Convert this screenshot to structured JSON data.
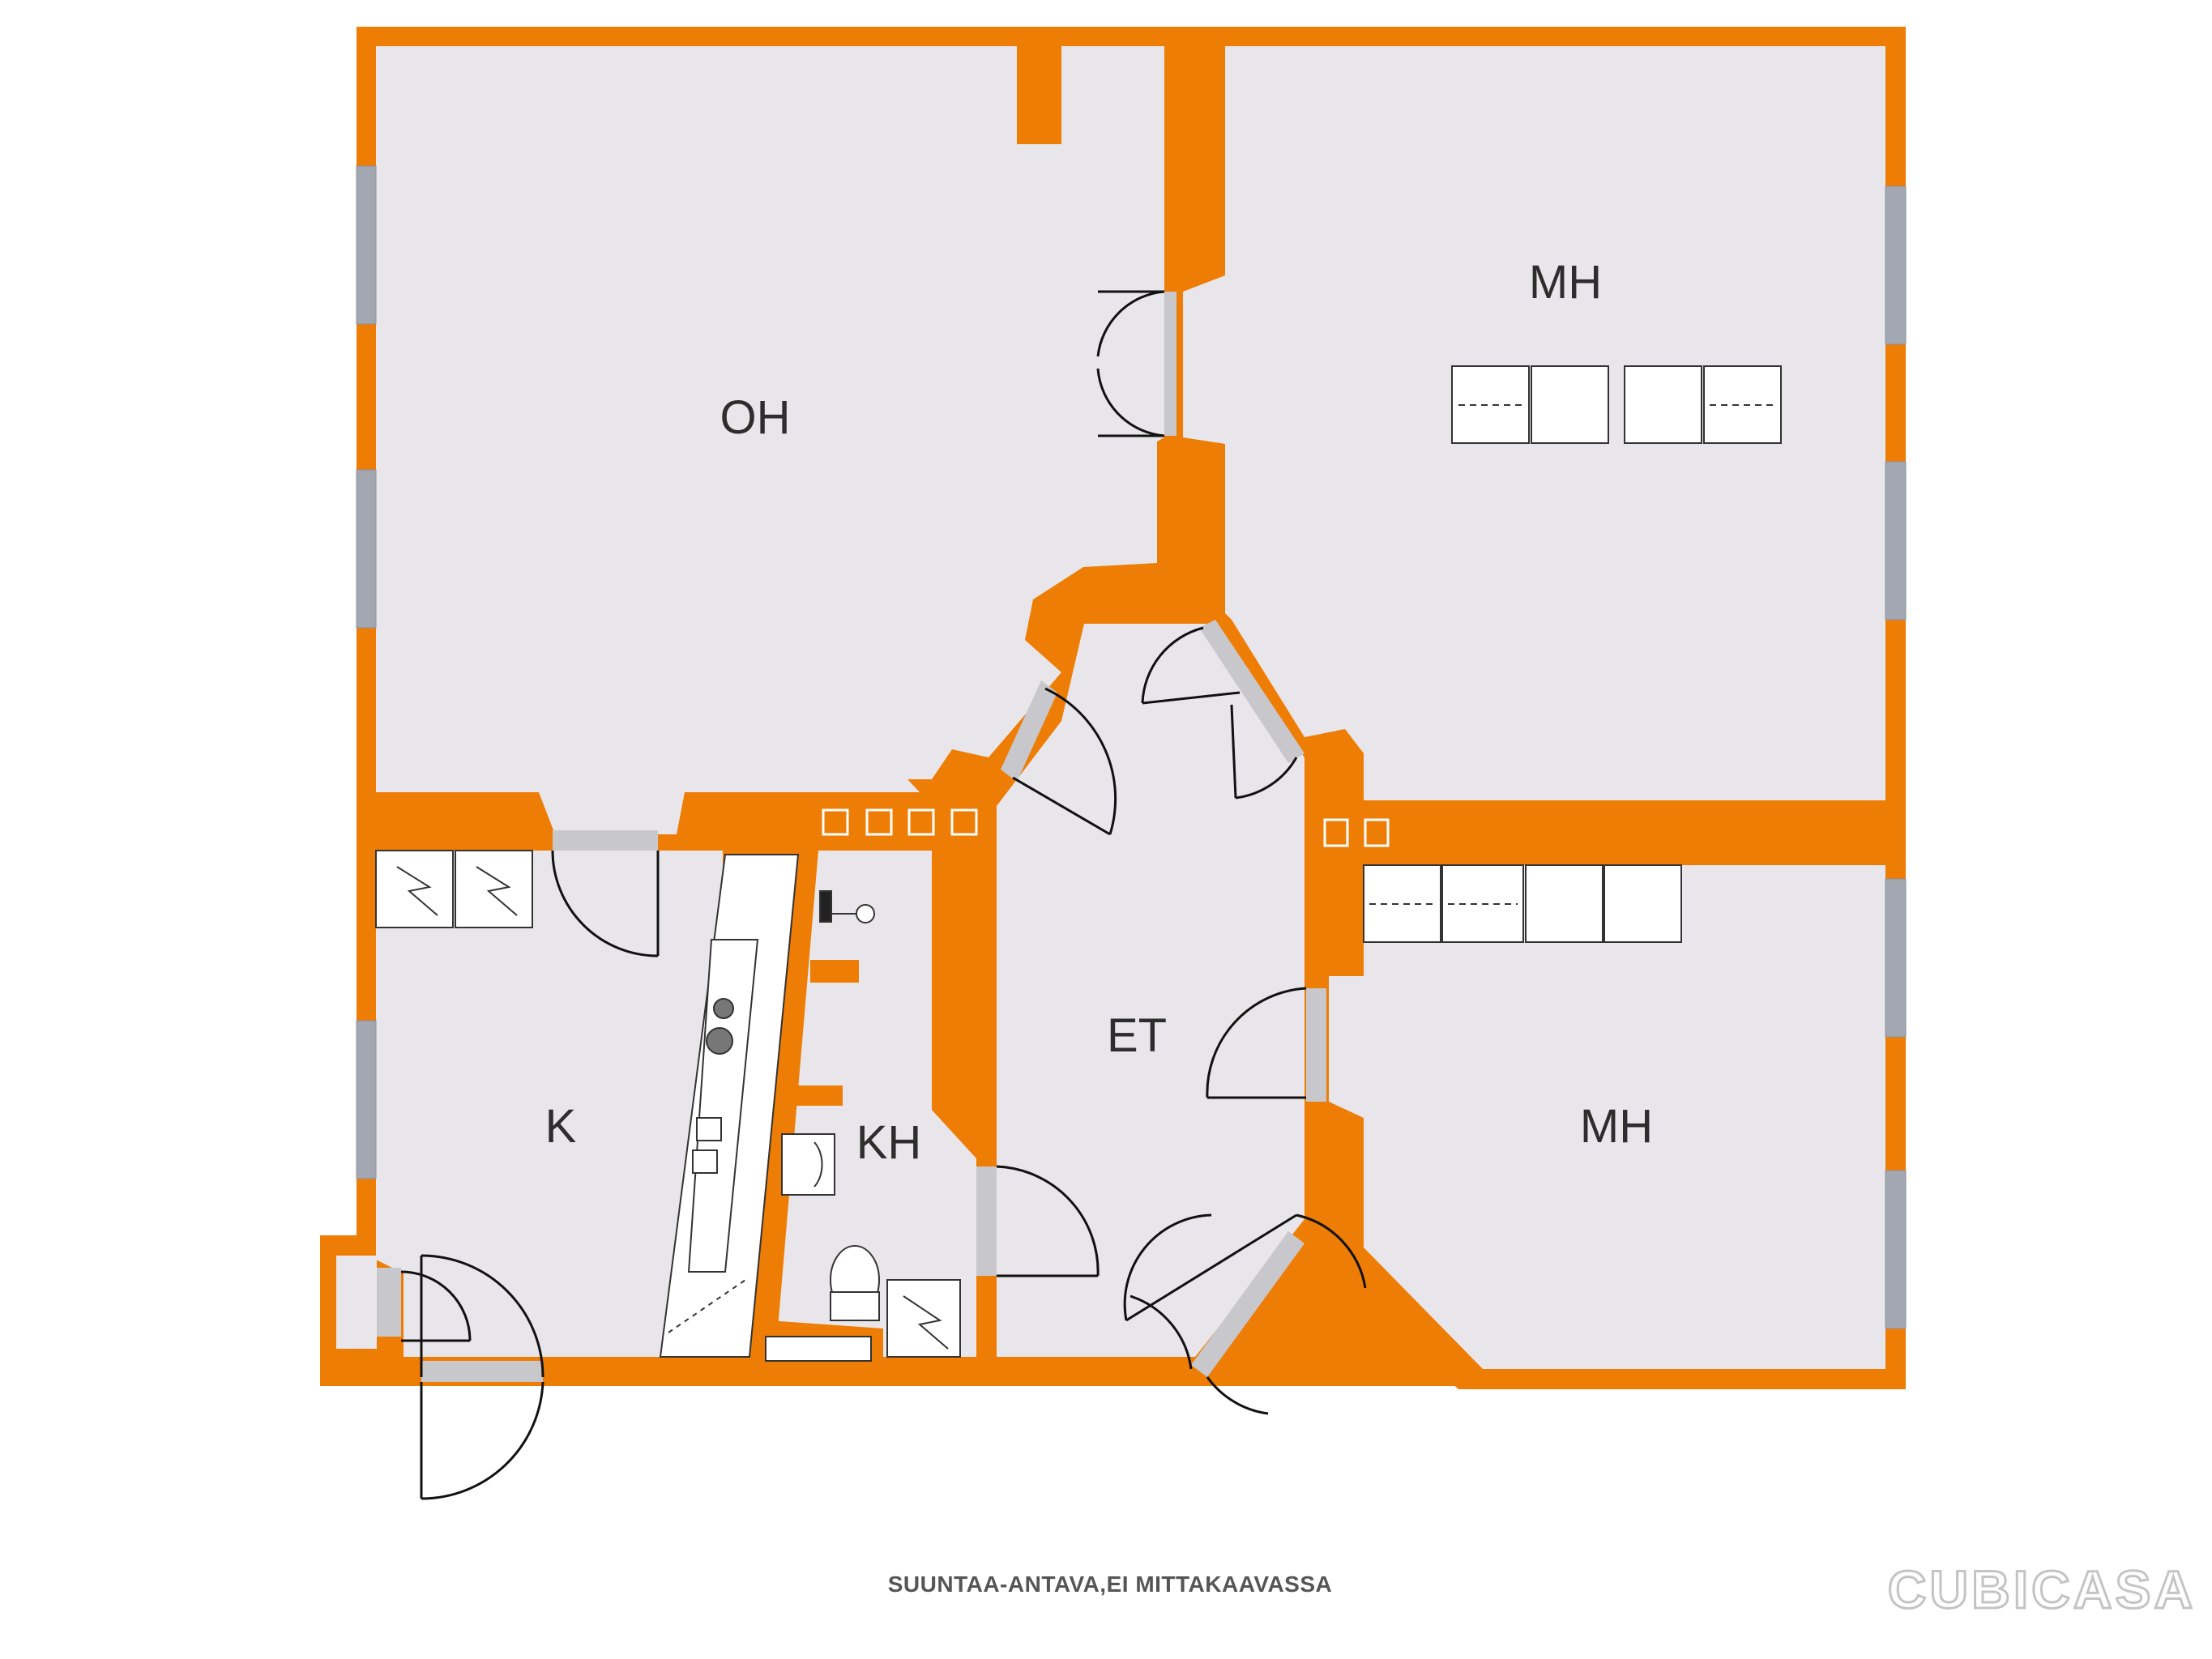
{
  "colors": {
    "wall": "#ee7d05",
    "floor": "#e8e6ea",
    "window": "#a3a7b2",
    "fixture": "#ffffff",
    "door_line": "#111111",
    "text": "#2d2d2d"
  },
  "rooms": {
    "oh": "OH",
    "mh_top": "MH",
    "mh_bottom": "MH",
    "et": "ET",
    "k": "K",
    "kh": "KH"
  },
  "caption": "SUUNTAA-ANTAVA,EI MITTAKAAVASSA",
  "logo": "CUBICASA"
}
